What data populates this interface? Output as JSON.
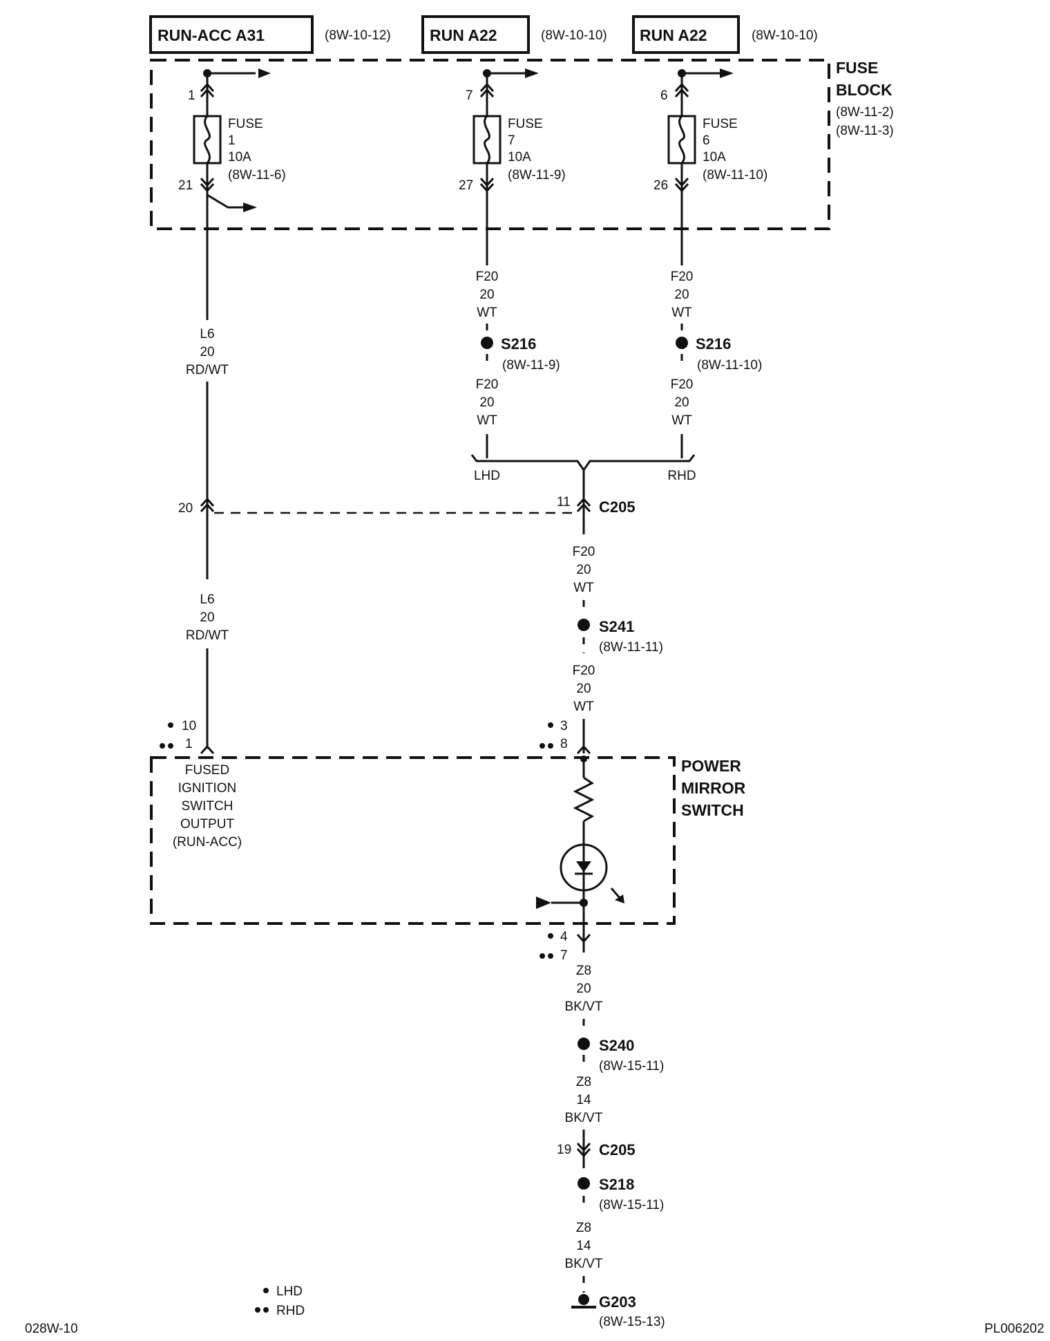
{
  "sources": [
    {
      "label": "RUN-ACC A31",
      "ref": "(8W-10-12)"
    },
    {
      "label": "RUN A22",
      "ref": "(8W-10-10)"
    },
    {
      "label": "RUN A22",
      "ref": "(8W-10-10)"
    }
  ],
  "fuse_block": {
    "title1": "FUSE",
    "title2": "BLOCK",
    "ref1": "(8W-11-2)",
    "ref2": "(8W-11-3)"
  },
  "fuses": [
    {
      "in_pin": "1",
      "label": "FUSE",
      "number": "1",
      "rating": "10A",
      "ref": "(8W-11-6)",
      "out_pin": "21"
    },
    {
      "in_pin": "7",
      "label": "FUSE",
      "number": "7",
      "rating": "10A",
      "ref": "(8W-11-9)",
      "out_pin": "27"
    },
    {
      "in_pin": "6",
      "label": "FUSE",
      "number": "6",
      "rating": "10A",
      "ref": "(8W-11-10)",
      "out_pin": "26"
    }
  ],
  "wires": {
    "l6_upper": [
      "L6",
      "20",
      "RD/WT"
    ],
    "l6_lower": [
      "L6",
      "20",
      "RD/WT"
    ],
    "f20_lhd_upper": [
      "F20",
      "20",
      "WT"
    ],
    "f20_lhd_lower": [
      "F20",
      "20",
      "WT"
    ],
    "f20_rhd_upper": [
      "F20",
      "20",
      "WT"
    ],
    "f20_rhd_lower": [
      "F20",
      "20",
      "WT"
    ],
    "f20_c205_s241": [
      "F20",
      "20",
      "WT"
    ],
    "f20_s241_switch": [
      "F20",
      "20",
      "WT"
    ],
    "z8_switch_s240": [
      "Z8",
      "20",
      "BK/VT"
    ],
    "z8_s240_c205": [
      "Z8",
      "14",
      "BK/VT"
    ],
    "z8_s218_g203": [
      "Z8",
      "14",
      "BK/VT"
    ]
  },
  "splices": {
    "s216_lhd": {
      "name": "S216",
      "ref": "(8W-11-9)"
    },
    "s216_rhd": {
      "name": "S216",
      "ref": "(8W-11-10)"
    },
    "s241": {
      "name": "S241",
      "ref": "(8W-11-11)"
    },
    "s240": {
      "name": "S240",
      "ref": "(8W-15-11)"
    },
    "s218": {
      "name": "S218",
      "ref": "(8W-15-11)"
    }
  },
  "branch": {
    "lhd": "LHD",
    "rhd": "RHD"
  },
  "c205_upper": {
    "name": "C205",
    "pin_left": "20",
    "pin_right": "11"
  },
  "c205_lower": {
    "name": "C205",
    "pin": "19"
  },
  "switch": {
    "title1": "POWER",
    "title2": "MIRROR",
    "title3": "SWITCH",
    "pin_left_lhd": "10",
    "pin_left_rhd": "1",
    "pin_right_lhd": "3",
    "pin_right_rhd": "8",
    "pin_bottom_lhd": "4",
    "pin_bottom_rhd": "7",
    "output_label": [
      "FUSED",
      "IGNITION",
      "SWITCH",
      "OUTPUT",
      "(RUN-ACC)"
    ]
  },
  "ground": {
    "name": "G203",
    "ref": "(8W-15-13)"
  },
  "legend": {
    "lhd": "LHD",
    "rhd": "RHD"
  },
  "footer": {
    "left": "028W-10",
    "right": "PL006202"
  }
}
